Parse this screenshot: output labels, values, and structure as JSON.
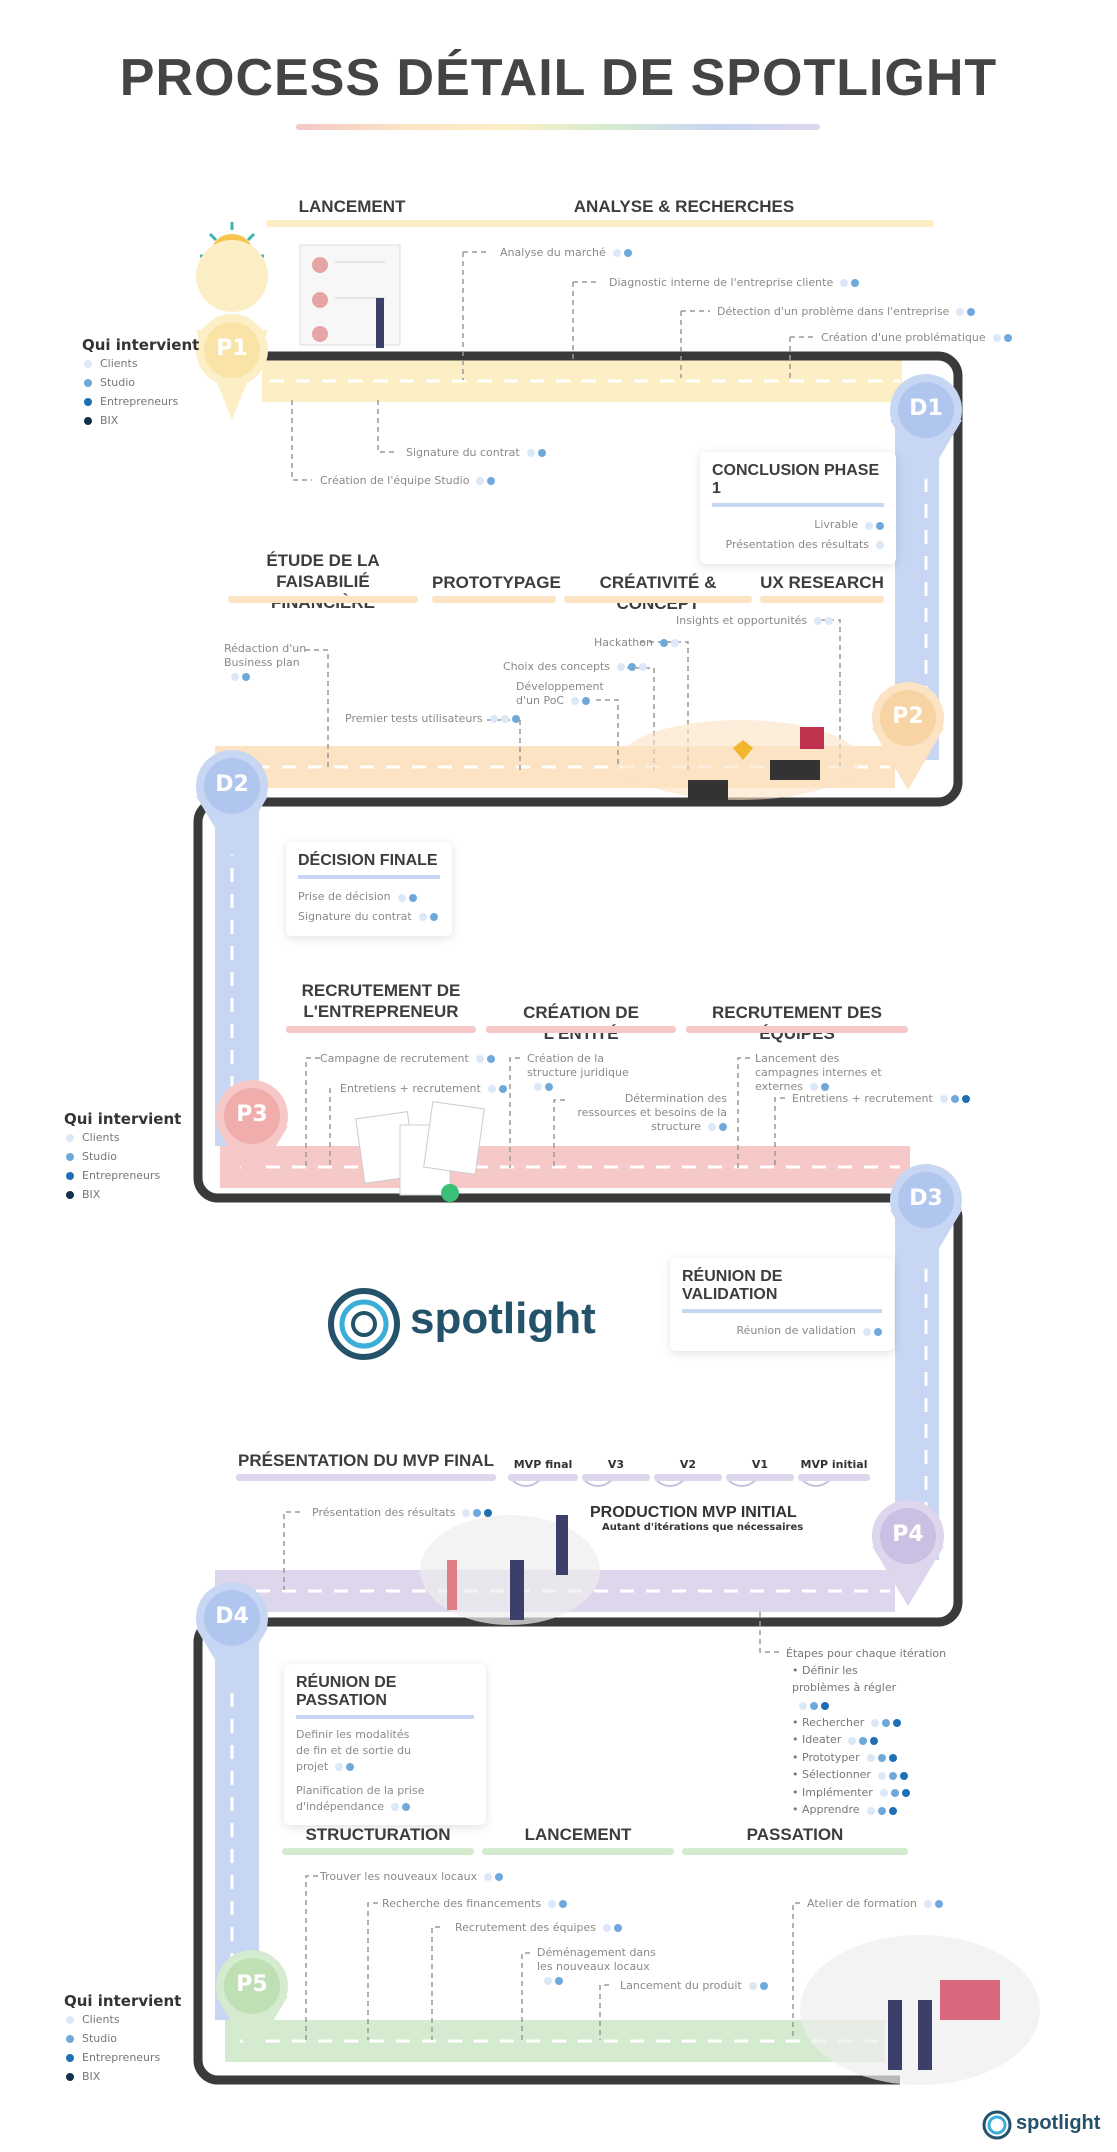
{
  "title": "PROCESS DÉTAIL DE SPOTLIGHT",
  "qui_intervient": {
    "title": "Qui intervient",
    "items": [
      "Clients",
      "Studio",
      "Entrepreneurs",
      "BIX"
    ]
  },
  "colors": {
    "clients": "#dbe8f7",
    "studio": "#6fa9dc",
    "entrepreneurs": "#1f6fb5",
    "bix": "#13314f",
    "phase1": "#fcefc6",
    "phase2": "#fbe3c4",
    "phase3": "#f6c9c8",
    "phase4": "#ddd6ec",
    "phase5": "#d5ebcf",
    "decision": "#c7d6f3",
    "road": "#3a3a3a"
  },
  "pins": {
    "p1": "P1",
    "d1": "D1",
    "p2": "P2",
    "d2": "D2",
    "p3": "P3",
    "d3": "D3",
    "p4": "P4",
    "d4": "D4",
    "p5": "P5"
  },
  "phase1": {
    "lancement": "LANCEMENT",
    "analyse": "ANALYSE & RECHERCHES",
    "steps_top": [
      "Analyse du marché",
      "Diagnostic interne de l'entreprise cliente",
      "Détection d'un problème dans l'entreprise",
      "Création d'une problématique"
    ],
    "steps_bottom": [
      "Signature du contrat",
      "Création de l'équipe Studio"
    ]
  },
  "conclusion": {
    "title": "CONCLUSION PHASE 1",
    "items": [
      "Livrable",
      "Présentation des résultats"
    ]
  },
  "phase2": {
    "headers": [
      "ÉTUDE DE LA FAISABILIÉ FINANCIÈRE",
      "PROTOTYPAGE",
      "CRÉATIVITÉ & CONCEPT",
      "UX RESEARCH"
    ],
    "steps": {
      "business_plan": "Rédaction d'un Business plan",
      "premiers_tests": "Premier tests utilisateurs",
      "hackathon": "Hackathon",
      "choix": "Choix des concepts",
      "poc": "Développement d'un PoC",
      "insights": "Insights et opportunités"
    }
  },
  "decision_finale": {
    "title": "DÉCISION FINALE",
    "items": [
      "Prise de décision",
      "Signature du contrat"
    ]
  },
  "phase3": {
    "headers": [
      "RECRUTEMENT DE L'ENTREPRENEUR",
      "CRÉATION DE L'ENTITÉ",
      "RECRUTEMENT DES ÉQUIPES"
    ],
    "steps": {
      "campagne": "Campagne de recrutement",
      "entretiens1": "Entretiens + recrutement",
      "creation_structure": "Création de la structure juridique",
      "determination": "Détermination des ressources et besoins de la structure",
      "lancement_campagnes": "Lancement des campagnes internes et externes",
      "entretiens2": "Entretiens + recrutement"
    }
  },
  "reunion_validation": {
    "title": "RÉUNION DE VALIDATION",
    "items": [
      "Réunion de validation"
    ]
  },
  "brand": {
    "name": "spotlight"
  },
  "phase4": {
    "presentation": "PRÉSENTATION DU MVP FINAL",
    "versions": [
      "MVP final",
      "V3",
      "V2",
      "V1",
      "MVP initial"
    ],
    "production_title": "PRODUCTION MVP INITIAL",
    "production_sub": "Autant d'itérations que nécessaires",
    "presentation_resultats": "Présentation des résultats",
    "iterations_title": "Étapes pour chaque itération",
    "iterations": [
      "Définir les problèmes à régler",
      "Rechercher",
      "Ideater",
      "Prototyper",
      "Sélectionner",
      "Implémenter",
      "Apprendre"
    ]
  },
  "reunion_passation": {
    "title": "RÉUNION DE PASSATION",
    "items": [
      "Definir les modalités de fin et de sortie du projet",
      "Planification de la prise d'indépendance"
    ]
  },
  "phase5": {
    "headers": [
      "STRUCTURATION",
      "LANCEMENT",
      "PASSATION"
    ],
    "steps": [
      "Trouver les nouveaux locaux",
      "Recherche des financements",
      "Recrutement des équipes",
      "Déménagement dans les nouveaux locaux",
      "Lancement du produit",
      "Atelier de formation"
    ]
  }
}
